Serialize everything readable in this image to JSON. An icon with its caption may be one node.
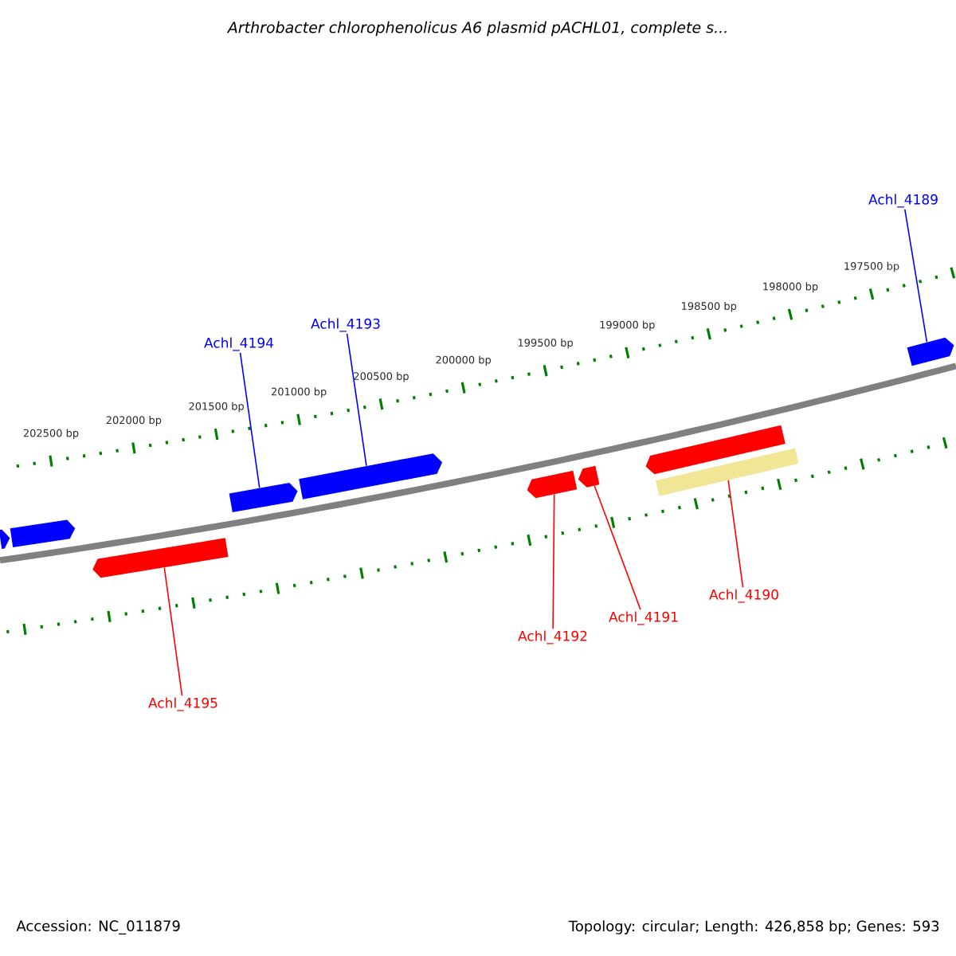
{
  "diagram": {
    "title": "Arthrobacter chlorophenolicus A6 plasmid pACHL01, complete s...",
    "nodes": [
      {
        "text": [
          "Achl_4189"
        ]
      },
      {
        "text": [
          "Achl_4193"
        ]
      },
      {
        "text": [
          "Achl_4194"
        ]
      },
      {
        "text": [
          "Achl_4190"
        ]
      },
      {
        "text": [
          "Achl_4191"
        ]
      },
      {
        "text": [
          "Achl_4192"
        ]
      },
      {
        "text": [
          "Achl_4195"
        ]
      },
      {
        "text": [],
        "shape": "box"
      },
      {
        "text": [],
        "shape": "box"
      },
      {
        "text": [],
        "shape": "box"
      },
      {
        "text": [],
        "shape": "box"
      },
      {
        "text": [],
        "shape": "box"
      },
      {
        "text": [],
        "shape": "box"
      },
      {
        "text": [],
        "shape": "box"
      },
      {
        "text": [],
        "shape": "box"
      },
      {
        "text": [],
        "shape": "box"
      },
      {
        "text": [],
        "shape": "bar"
      }
    ],
    "edges": [
      {
        "from": 0,
        "to": 11,
        "arrow": "none",
        "color": "#0000ff"
      },
      {
        "from": 1,
        "to": 10,
        "arrow": "none",
        "color": "#0000ff"
      },
      {
        "from": 2,
        "to": 9,
        "arrow": "none",
        "color": "#0000ff"
      },
      {
        "from": 3,
        "to": 16,
        "arrow": "none"
      },
      {
        "from": 4,
        "to": 14,
        "arrow": "none"
      },
      {
        "from": 5,
        "to": 13,
        "arrow": "none"
      },
      {
        "from": 6,
        "to": 12,
        "arrow": "none"
      }
    ],
    "labels": [
      "202500 bp",
      "202000 bp",
      "201500 bp",
      "201000 bp",
      "200500 bp",
      "200000 bp",
      "199500 bp",
      "199000 bp",
      "198500 bp",
      "198000 bp",
      "197500 bp",
      "Accession: NC_011879",
      "Topology: circular; Length: 426,858 bp; Genes: 593"
    ]
  }
}
